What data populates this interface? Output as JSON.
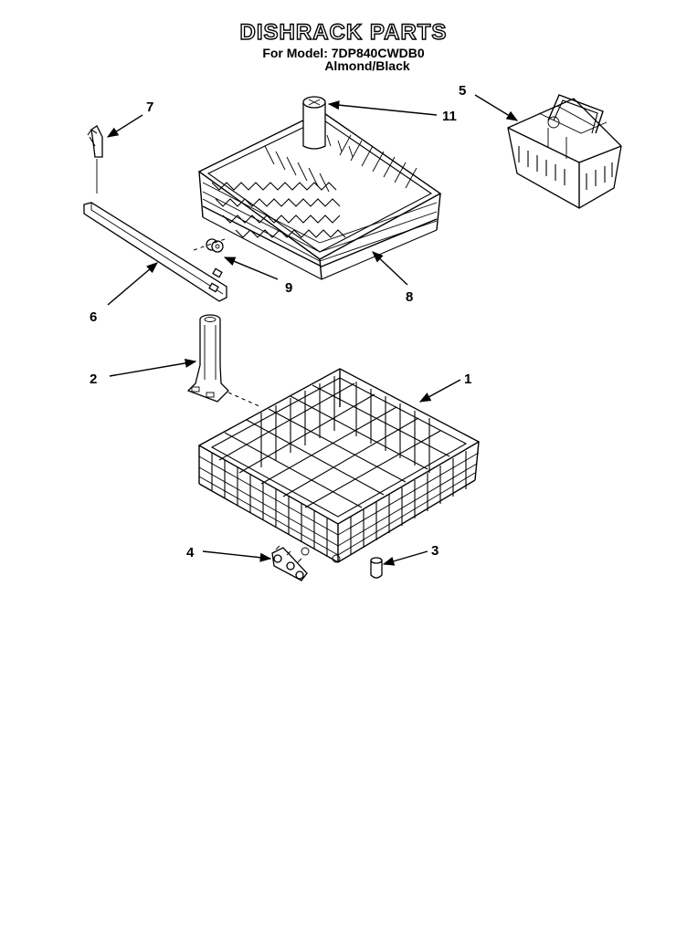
{
  "header": {
    "title": "DISHRACK PARTS",
    "model_line": "For Model: 7DP840CWDB0",
    "color_line": "Almond/Black"
  },
  "callouts": [
    "1",
    "2",
    "3",
    "4",
    "5",
    "6",
    "7",
    "8",
    "9",
    "11"
  ]
}
